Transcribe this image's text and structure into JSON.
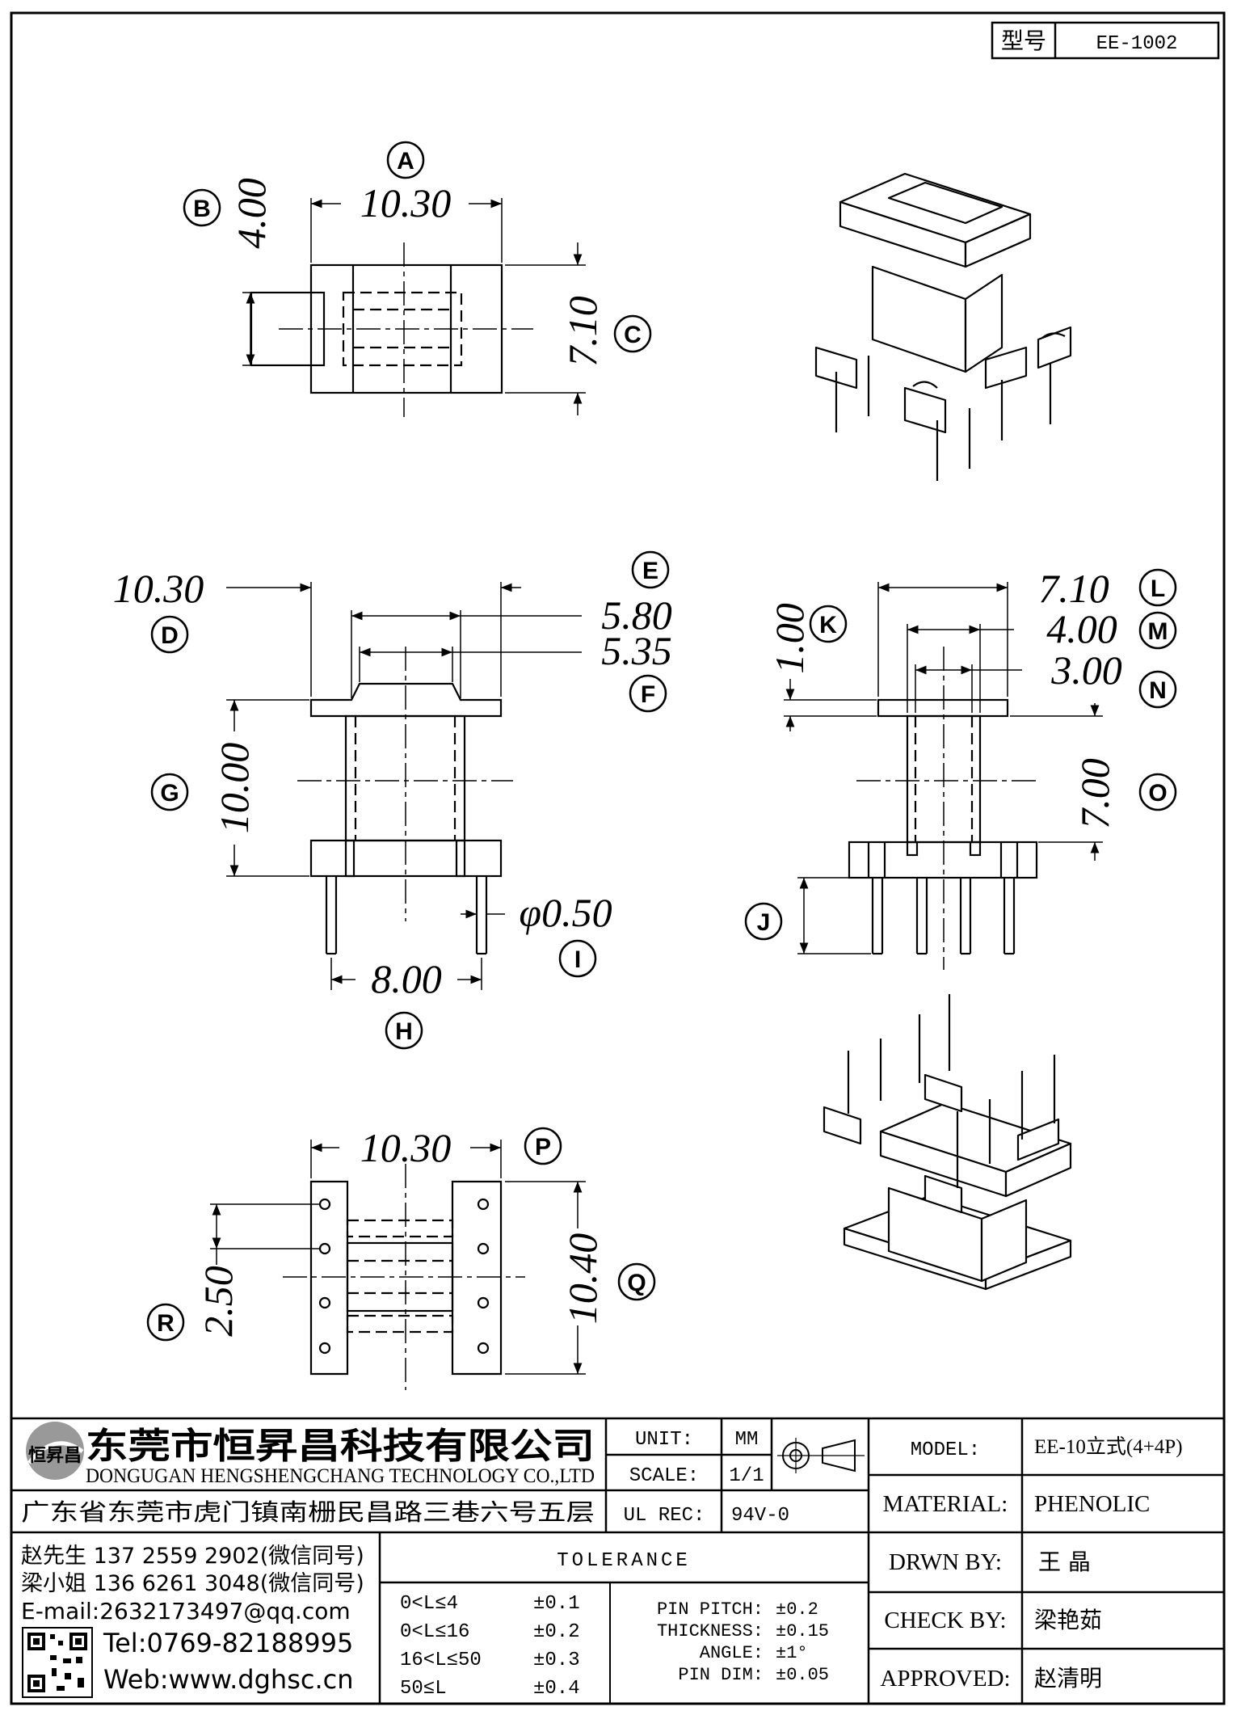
{
  "header": {
    "part_label": "型号",
    "part_no": "EE-1002"
  },
  "views": {
    "top": {
      "dim_width": "10.30",
      "dim_core": "4.00",
      "dim_depth": "7.10",
      "marker_a": "A",
      "marker_b": "B",
      "marker_c": "C"
    },
    "front": {
      "dim_width": "10.30",
      "dim_inner1": "5.80",
      "dim_inner2": "5.35",
      "dim_height": "10.00",
      "dim_pin_pitch": "8.00",
      "dim_pin_dia": "φ0.50",
      "marker_d": "D",
      "marker_e": "E",
      "marker_f": "F",
      "marker_g": "G",
      "marker_h": "H",
      "marker_i": "I"
    },
    "side": {
      "dim_width": "7.10",
      "dim_flange": "1.00",
      "dim_inner1": "4.00",
      "dim_inner2": "3.00",
      "dim_height": "7.00",
      "marker_j": "J",
      "marker_k": "K",
      "marker_l": "L",
      "marker_m": "M",
      "marker_n": "N",
      "marker_o": "O"
    },
    "bottom": {
      "dim_width": "10.30",
      "dim_length": "10.40",
      "dim_pitch": "2.50",
      "marker_p": "P",
      "marker_q": "Q",
      "marker_r": "R"
    }
  },
  "title_block": {
    "company_cn": "东莞市恒昇昌科技有限公司",
    "company_en": "DONGUGAN HENGSHENGCHANG TECHNOLOGY CO.,LTD",
    "address": "广东省东莞市虎门镇南栅民昌路三巷六号五层",
    "logo_text": "恒昇昌",
    "contact1": "赵先生 137 2559 2902(微信同号)",
    "contact2": "梁小姐 136 6261 3048(微信同号)",
    "email": "E-mail:2632173497@qq.com",
    "tel": "Tel:0769-82188995",
    "web": "Web:www.dghsc.cn",
    "unit_label": "UNIT:",
    "unit_value": "MM",
    "scale_label": "SCALE:",
    "scale_value": "1/1",
    "ul_label": "UL REC:",
    "ul_value": "94V-0",
    "tolerance_title": "TOLERANCE",
    "tolerance": [
      {
        "range": "0<L≤4",
        "value": "±0.1"
      },
      {
        "range": "0<L≤16",
        "value": "±0.2"
      },
      {
        "range": "16<L≤50",
        "value": "±0.3"
      },
      {
        "range": "50≤L",
        "value": "±0.4"
      }
    ],
    "specs": [
      {
        "label": "PIN PITCH:",
        "value": "±0.2"
      },
      {
        "label": "THICKNESS:",
        "value": "±0.15"
      },
      {
        "label": "ANGLE:",
        "value": "±1°"
      },
      {
        "label": "PIN DIM:",
        "value": "±0.05"
      }
    ],
    "model_label": "MODEL:",
    "model_value": "EE-10立式(4+4P)",
    "material_label": "MATERIAL:",
    "material_value": "PHENOLIC",
    "drawn_label": "DRWN BY:",
    "drawn_value": "王 晶",
    "check_label": "CHECK BY:",
    "check_value": "梁艳茹",
    "approved_label": "APPROVED:",
    "approved_value": "赵清明"
  }
}
